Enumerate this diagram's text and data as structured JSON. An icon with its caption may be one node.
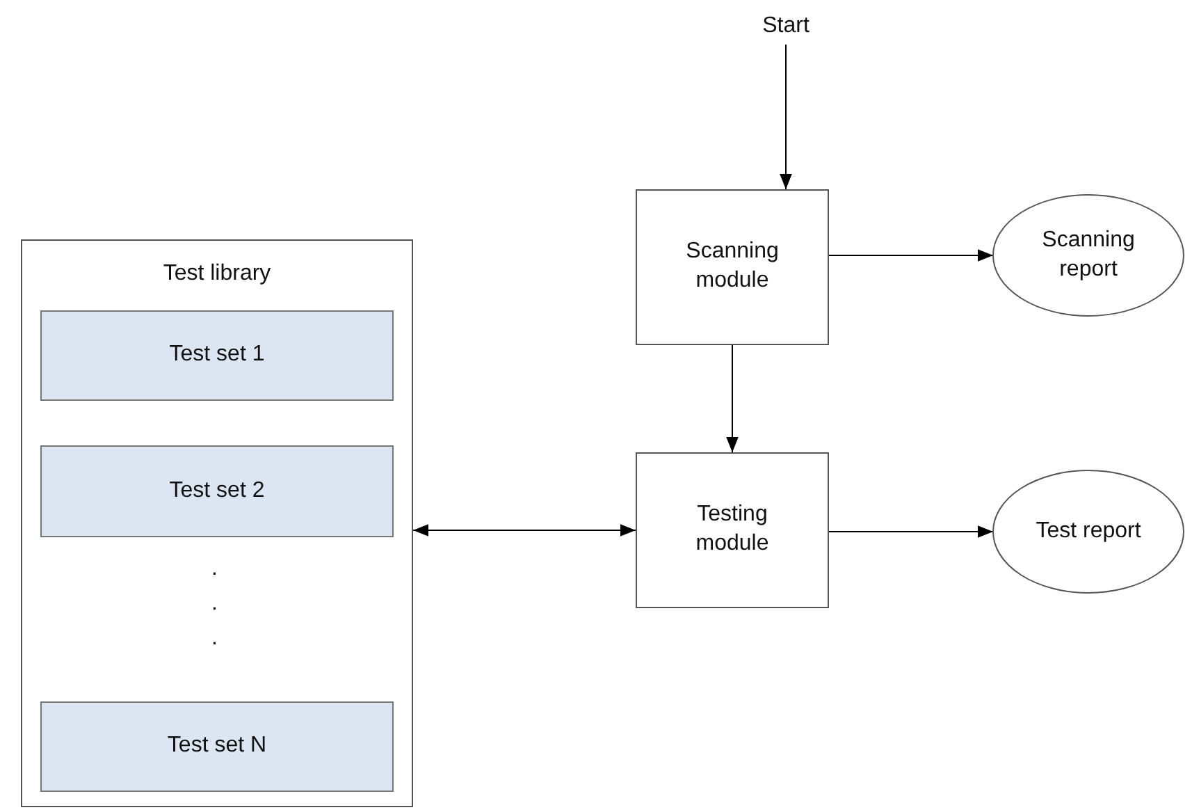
{
  "diagram": {
    "nodes": [
      {
        "text": [
          "Start"
        ]
      },
      {
        "text": [
          "Test library"
        ]
      },
      {
        "text": [
          "Test set 1"
        ],
        "in": 1
      },
      {
        "text": [
          "Test set 2"
        ],
        "in": 1
      },
      {
        "text": [
          "Test set N"
        ],
        "in": 1
      },
      {
        "text": [
          "Scanning module"
        ]
      },
      {
        "text": [
          "Scanning report"
        ]
      },
      {
        "text": [
          "Testing module"
        ]
      },
      {
        "text": [
          "Test report"
        ]
      }
    ],
    "edges": [
      {
        "from": 0,
        "to": 5,
        "arrow": "to"
      },
      {
        "from": 5,
        "to": 6,
        "arrow": "to"
      },
      {
        "from": 5,
        "to": 7,
        "arrow": "to"
      },
      {
        "from": 1,
        "to": 7,
        "arrow": "both"
      },
      {
        "from": 7,
        "to": 8,
        "arrow": "to"
      }
    ],
    "labels": [
      ".",
      ".",
      "."
    ]
  }
}
